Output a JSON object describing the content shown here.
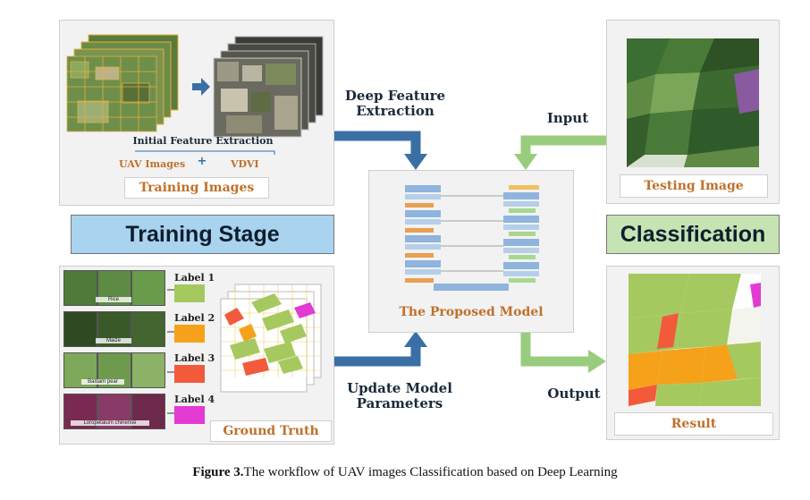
{
  "training_images": {
    "caption": "Training Images",
    "initial_feature_extraction": "Initial Feature Extraction",
    "uav_images": "UAV Images",
    "plus": "+",
    "vdvi": "VDVI"
  },
  "training_stage": {
    "label": "Training Stage",
    "color": "#a9d3ef"
  },
  "ground_truth": {
    "caption": "Ground Truth",
    "rows": [
      {
        "crop": "Rice",
        "label": "Label 1",
        "color": "#a5c95f"
      },
      {
        "crop": "Maize",
        "label": "Label 2",
        "color": "#f5a21a"
      },
      {
        "crop": "Balsam pear",
        "label": "Label 3",
        "color": "#f25a3c"
      },
      {
        "crop": "Loropetalum chinense",
        "label": "Label 4",
        "color": "#e33ad4"
      }
    ]
  },
  "arrows": {
    "deep_feature_extraction": "Deep Feature\nExtraction",
    "update_model_parameters": "Update Model\nParameters",
    "input": "Input",
    "output": "Output",
    "blue": "#3a6fa5",
    "green": "#9acc7e"
  },
  "model": {
    "caption": "The Proposed Model"
  },
  "testing": {
    "caption": "Testing Image"
  },
  "classification": {
    "label": "Classification",
    "color": "#c6e3b3"
  },
  "result": {
    "caption": "Result"
  },
  "figure_caption": {
    "prefix": "Figure 3.",
    "text": "The workflow of UAV images Classification based on Deep Learning"
  }
}
